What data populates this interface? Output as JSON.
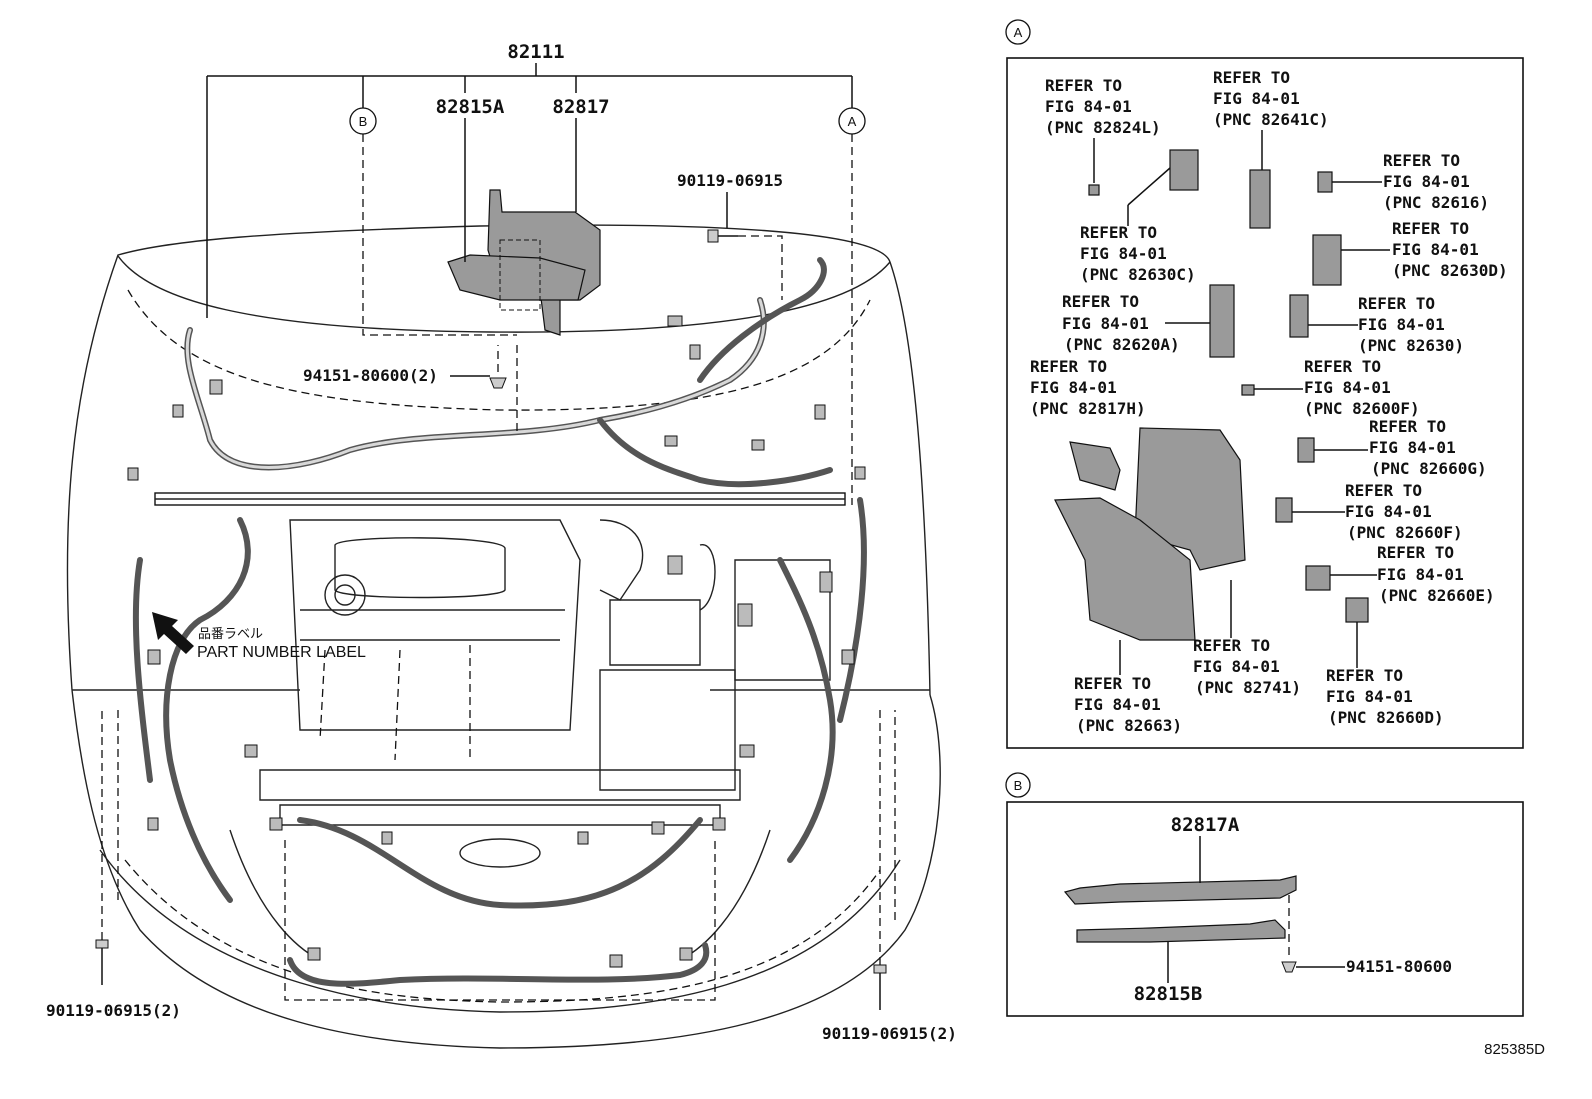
{
  "main_labels": {
    "harness": "82111",
    "p_82815A": "82815A",
    "p_82817": "82817",
    "bolt_top": "90119-06915",
    "clip": "94151-80600(2)",
    "bolt_left": "90119-06915(2)",
    "bolt_right": "90119-06915(2)",
    "part_label_jp": "品番ラベル",
    "part_label_en": "PART NUMBER LABEL"
  },
  "circles": {
    "a": "A",
    "b": "B"
  },
  "refer": {
    "line1": "REFER TO",
    "line2": "FIG 84-01",
    "pnc": [
      "(PNC 82824L)",
      "(PNC 82641C)",
      "(PNC 82616)",
      "(PNC 82630C)",
      "(PNC 82630D)",
      "(PNC 82620A)",
      "(PNC 82630)",
      "(PNC 82817H)",
      "(PNC 82600F)",
      "(PNC 82660G)",
      "(PNC 82660F)",
      "(PNC 82660E)",
      "(PNC 82741)",
      "(PNC 82663)",
      "(PNC 82660D)"
    ]
  },
  "detail_b": {
    "p_82817A": "82817A",
    "p_82815B": "82815B",
    "clip": "94151-80600"
  },
  "illustration_id": "825385D"
}
